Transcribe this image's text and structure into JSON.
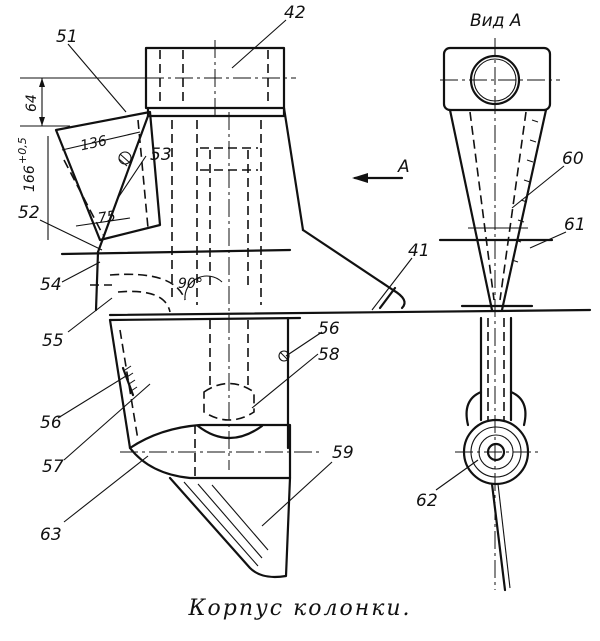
{
  "caption": "Корпус колонки.",
  "view_title": "Вид А",
  "arrow_label": "А",
  "angle_label": "90°",
  "dimensions": {
    "d64": "64",
    "d136": "136",
    "d75": "75",
    "d166": "166",
    "d166_tol": "+0,5"
  },
  "callouts": {
    "c42": "42",
    "c51": "51",
    "c53": "53",
    "c52": "52",
    "c54": "54",
    "c55": "55",
    "c56a": "56",
    "c56b": "56",
    "c58": "58",
    "c41": "41",
    "c57": "57",
    "c63": "63",
    "c59": "59",
    "c60": "60",
    "c61": "61",
    "c62": "62"
  }
}
